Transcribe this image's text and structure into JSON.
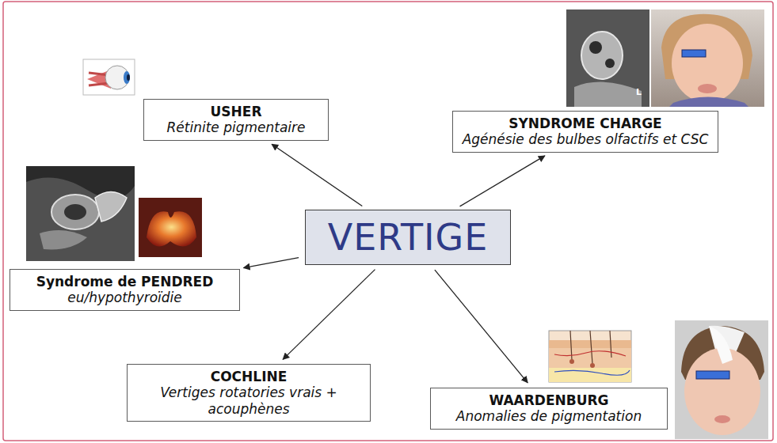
{
  "diagram": {
    "nodes": [
      {
        "text": [
          "USHER",
          "Rétinite pigmentaire"
        ]
      },
      {
        "text": [
          "SYNDROME CHARGE",
          "Agénésie des bulbes olfactifs et CSC"
        ]
      },
      {
        "text": [
          "VERTIGE"
        ]
      },
      {
        "text": [
          "Syndrome de PENDRED",
          "eu/hypothyroïdie"
        ]
      },
      {
        "text": [
          "COCHLINE",
          "Vertiges rotatories vrais + acouphènes"
        ]
      },
      {
        "text": [
          "WAARDENBURG",
          "Anomalies de pigmentation"
        ]
      }
    ],
    "edges": [
      {
        "from": 2,
        "to": 0,
        "arrow": "to"
      },
      {
        "from": 2,
        "to": 1,
        "arrow": "to"
      },
      {
        "from": 2,
        "to": 3,
        "arrow": "to"
      },
      {
        "from": 2,
        "to": 4,
        "arrow": "to"
      },
      {
        "from": 2,
        "to": 5,
        "arrow": "to"
      }
    ],
    "labels": [
      "L"
    ]
  }
}
